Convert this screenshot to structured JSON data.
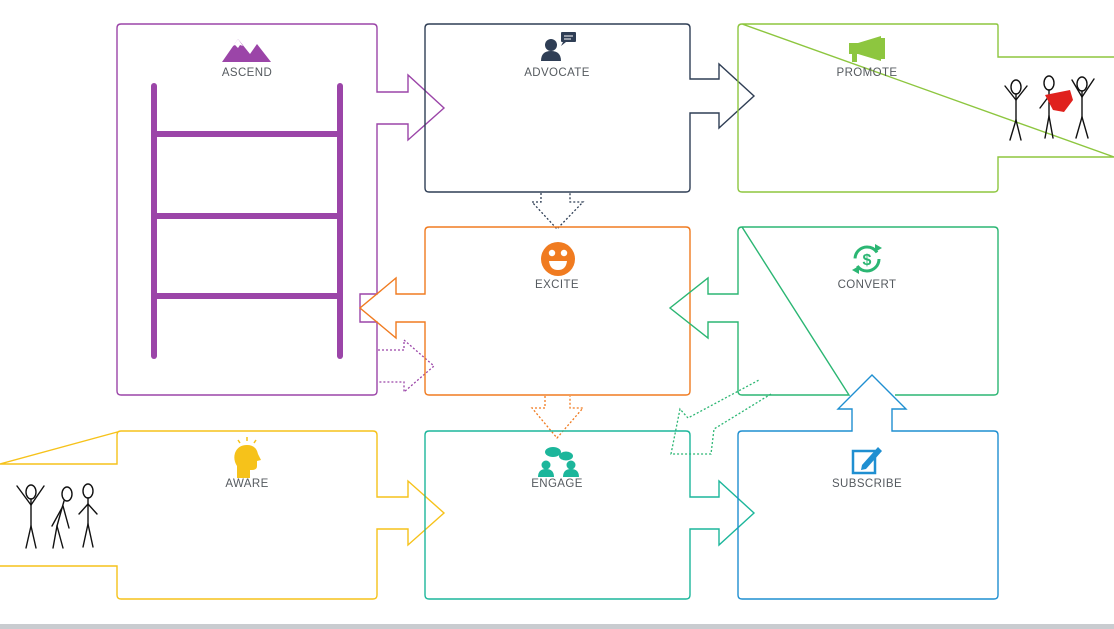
{
  "diagram": {
    "stages": [
      {
        "key": "ascend",
        "label": "ASCEND",
        "icon": "mountain-icon",
        "color": "#9b45a8"
      },
      {
        "key": "advocate",
        "label": "ADVOCATE",
        "icon": "person-speech-icon",
        "color": "#2f3e55"
      },
      {
        "key": "promote",
        "label": "PROMOTE",
        "icon": "megaphone-icon",
        "color": "#8dc63f"
      },
      {
        "key": "excite",
        "label": "EXCITE",
        "icon": "smiley-icon",
        "color": "#f07b20"
      },
      {
        "key": "convert",
        "label": "CONVERT",
        "icon": "dollar-cycle-icon",
        "color": "#2bb673"
      },
      {
        "key": "aware",
        "label": "AWARE",
        "icon": "lightbulb-head-icon",
        "color": "#f6c21a"
      },
      {
        "key": "engage",
        "label": "ENGAGE",
        "icon": "people-chat-icon",
        "color": "#1cb69b"
      },
      {
        "key": "subscribe",
        "label": "SUBSCRIBE",
        "icon": "edit-icon",
        "color": "#1f8fd1"
      }
    ]
  }
}
